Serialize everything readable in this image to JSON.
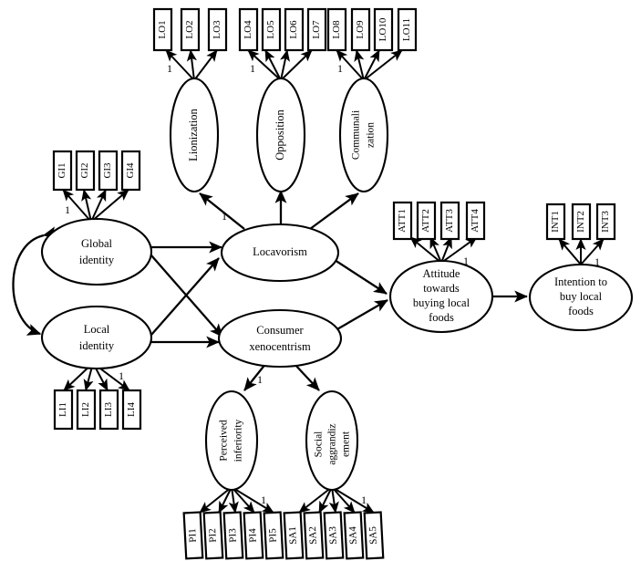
{
  "diagram": {
    "type": "structural-equation-model-path-diagram",
    "title": "",
    "loading_marker": "1",
    "stroke_color": "#000000",
    "background_color": "#ffffff"
  },
  "latent_variables": {
    "global_identity": {
      "label_lines": [
        "Global",
        "identity"
      ],
      "orientation": "horizontal"
    },
    "local_identity": {
      "label_lines": [
        "Local",
        "identity"
      ],
      "orientation": "horizontal"
    },
    "locavorism": {
      "label_lines": [
        "Locavorism"
      ],
      "orientation": "horizontal"
    },
    "consumer_xenocentrism": {
      "label_lines": [
        "Consumer",
        "xenocentrism"
      ],
      "orientation": "horizontal"
    },
    "attitude": {
      "label_lines": [
        "Attitude",
        "towards",
        "buying local",
        "foods"
      ],
      "orientation": "horizontal"
    },
    "intention": {
      "label_lines": [
        "Intention to",
        "buy local",
        "foods"
      ],
      "orientation": "horizontal"
    },
    "lionization": {
      "label_lines": [
        "Lionization"
      ],
      "orientation": "vertical"
    },
    "opposition": {
      "label_lines": [
        "Opposition"
      ],
      "orientation": "vertical"
    },
    "communalization": {
      "label_lines": [
        "Communali",
        "zation"
      ],
      "orientation": "vertical"
    },
    "perceived_inferiority": {
      "label_lines": [
        "Perceived",
        "inferiority"
      ],
      "orientation": "vertical"
    },
    "social_aggrandizement": {
      "label_lines": [
        "Social",
        "aggrandiz",
        "ement"
      ],
      "orientation": "vertical"
    }
  },
  "indicators": {
    "lionization": [
      "LO1",
      "LO2",
      "LO3"
    ],
    "opposition": [
      "LO4",
      "LO5",
      "LO6",
      "LO7"
    ],
    "communalization": [
      "LO8",
      "LO9",
      "LO10",
      "LO11"
    ],
    "global_identity": [
      "GI1",
      "GI2",
      "GI3",
      "GI4"
    ],
    "local_identity": [
      "LI1",
      "LI2",
      "LI3",
      "LI4"
    ],
    "attitude": [
      "ATT1",
      "ATT2",
      "ATT3",
      "ATT4"
    ],
    "intention": [
      "INT1",
      "INT2",
      "INT3"
    ],
    "perceived_inferiority": [
      "PI1",
      "PI2",
      "PI3",
      "PI4",
      "PI5"
    ],
    "social_aggrandizement": [
      "SA1",
      "SA2",
      "SA3",
      "SA4",
      "SA5"
    ]
  },
  "structural_paths": [
    {
      "from": "global_identity",
      "to": "locavorism"
    },
    {
      "from": "global_identity",
      "to": "consumer_xenocentrism"
    },
    {
      "from": "local_identity",
      "to": "locavorism"
    },
    {
      "from": "local_identity",
      "to": "consumer_xenocentrism"
    },
    {
      "from": "locavorism",
      "to": "lionization",
      "fixed": "1"
    },
    {
      "from": "locavorism",
      "to": "opposition"
    },
    {
      "from": "locavorism",
      "to": "communalization"
    },
    {
      "from": "locavorism",
      "to": "attitude"
    },
    {
      "from": "consumer_xenocentrism",
      "to": "perceived_inferiority",
      "fixed": "1"
    },
    {
      "from": "consumer_xenocentrism",
      "to": "social_aggrandizement"
    },
    {
      "from": "consumer_xenocentrism",
      "to": "attitude"
    },
    {
      "from": "attitude",
      "to": "intention"
    }
  ],
  "covariances": [
    {
      "between": [
        "global_identity",
        "local_identity"
      ],
      "style": "double-headed-curve"
    }
  ],
  "fixed_loading_labels": [
    {
      "construct": "lionization",
      "indicator": "LO1",
      "value": "1"
    },
    {
      "construct": "opposition",
      "indicator": "LO4",
      "value": "1"
    },
    {
      "construct": "communalization",
      "indicator": "LO8",
      "value": "1"
    },
    {
      "construct": "global_identity",
      "indicator": "GI1",
      "value": "1"
    },
    {
      "construct": "local_identity",
      "indicator": "LI4",
      "value": "1"
    },
    {
      "construct": "attitude",
      "indicator": "ATT4",
      "value": "1"
    },
    {
      "construct": "intention",
      "indicator": "INT3",
      "value": "1"
    },
    {
      "construct": "perceived_inferiority",
      "indicator": "PI5",
      "value": "1"
    },
    {
      "construct": "social_aggrandizement",
      "indicator": "SA5",
      "value": "1"
    },
    {
      "construct": "locavorism",
      "target": "lionization",
      "value": "1"
    },
    {
      "construct": "consumer_xenocentrism",
      "target": "perceived_inferiority",
      "value": "1"
    }
  ]
}
